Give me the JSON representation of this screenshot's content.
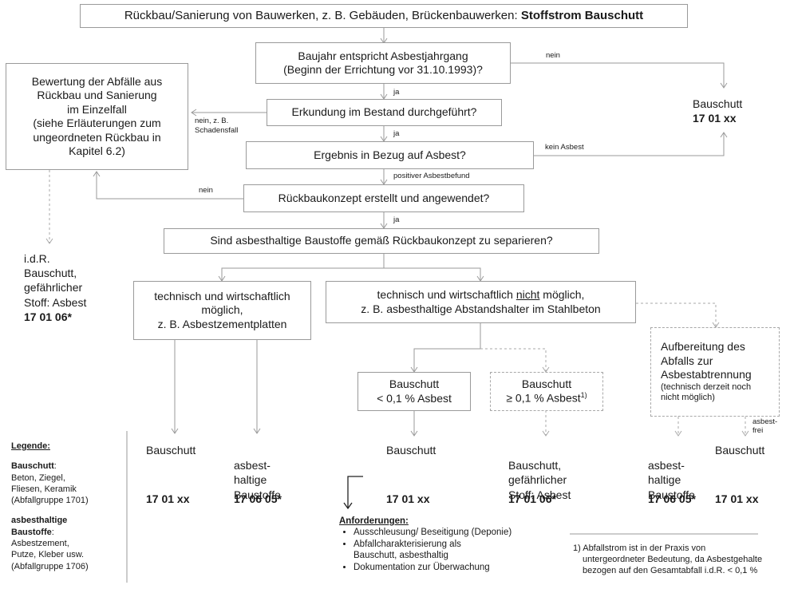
{
  "title": {
    "prefix": "Rückbau/Sanierung von Bauwerken, z. B. Gebäuden, Brückenbauwerken: ",
    "bold": "Stoffstrom Bauschutt"
  },
  "q1": {
    "line1": "Baujahr entspricht Asbestjahrgang",
    "line2": "(Beginn der Errichtung vor 31.10.1993)?"
  },
  "q2": "Erkundung im Bestand durchgeführt?",
  "q3": "Ergebnis in Bezug auf Asbest?",
  "q4": "Rückbaukonzept erstellt und angewendet?",
  "q5": "Sind asbesthaltige Baustoffe gemäß Rückbaukonzept zu separieren?",
  "left_box": {
    "l1": "Bewertung der Abfälle aus",
    "l2": "Rückbau und Sanierung",
    "l3": "im Einzelfall",
    "l4": "(siehe Erläuterungen zum",
    "l5": "ungeordneten Rückbau in",
    "l6": "Kapitel 6.2)"
  },
  "labels": {
    "nein_top": "nein",
    "ja1": "ja",
    "ja2": "ja",
    "ja3": "ja",
    "nein_schaden_1": "nein, z. B.",
    "nein_schaden_2": "Schadensfall",
    "kein_asbest": "kein Asbest",
    "positiver": "positiver Asbestbefund",
    "nein_left": "nein",
    "asbestfrei_1": "asbest-",
    "asbestfrei_2": "frei"
  },
  "right_top": {
    "name": "Bauschutt",
    "code": "17 01 xx"
  },
  "left_result": {
    "l1": "i.d.R.",
    "l2": "Bauschutt,",
    "l3": "gefährlicher",
    "l4": "Stoff: Asbest",
    "code": "17 01 06*"
  },
  "branch_possible": {
    "l1": "technisch und wirtschaftlich",
    "l2": "möglich,",
    "l3": "z. B. Asbestzementplatten"
  },
  "branch_not": {
    "l1a": "technisch und wirtschaftlich ",
    "l1b": "nicht",
    "l1c": " möglich,",
    "l2": "z. B. asbesthaltige Abstandshalter im Stahlbeton"
  },
  "box_lt": {
    "l1": "Bauschutt",
    "l2": "< 0,1 % Asbest"
  },
  "box_ge": {
    "l1": "Bauschutt",
    "l2": "≥ 0,1 % Asbest",
    "sup": "1)"
  },
  "box_aufb": {
    "l1": "Aufbereitung des",
    "l2": "Abfalls zur",
    "l3": "Asbestabtrennung",
    "l4": "(technisch derzeit noch",
    "l5": "nicht möglich)"
  },
  "results": [
    {
      "name": "Bauschutt",
      "code": "17 01 xx"
    },
    {
      "name": "asbest-\nhaltige\nBaustoffe",
      "code": "17 06 05*"
    },
    {
      "name": "Bauschutt",
      "code": "17 01 xx"
    },
    {
      "name": "Bauschutt,\ngefährlicher\nStoff: Asbest",
      "code": "17 01 06*"
    },
    {
      "name": "asbest-\nhaltige\nBaustoffe",
      "code": "17 06 05*"
    },
    {
      "name": "Bauschutt",
      "code": "17 01 xx"
    }
  ],
  "legend": {
    "title": "Legende:",
    "b1_title": "Bauschutt",
    "b1_colon": ":",
    "b1_l1": "Beton, Ziegel,",
    "b1_l2": "Fliesen, Keramik",
    "b1_l3": "(Abfallgruppe 1701)",
    "b2_t1": "asbesthaltige",
    "b2_t2": "Baustoffe",
    "b2_colon": ":",
    "b2_l1": "Asbestzement,",
    "b2_l2": "Putze, Kleber usw.",
    "b2_l3": "(Abfallgruppe 1706)"
  },
  "requirements": {
    "title": "Anforderungen:",
    "i1": "Ausschleusung/ Beseitigung (Deponie)",
    "i2a": "Abfallcharakterisierung als",
    "i2b": "Bauschutt, asbesthaltig",
    "i3": "Dokumentation zur Überwachung"
  },
  "footnote": {
    "l1": "1) Abfallstrom ist in der Praxis von",
    "l2": "untergeordneter Bedeutung, da Asbestgehalte",
    "l3": "bezogen auf den Gesamtabfall i.d.R. < 0,1 %"
  }
}
